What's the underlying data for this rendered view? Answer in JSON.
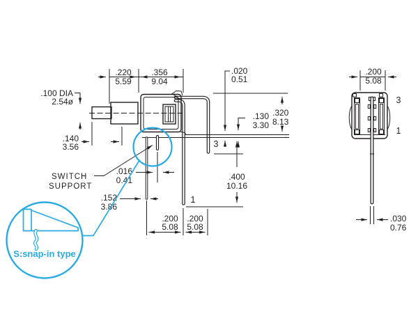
{
  "drawing": {
    "labels": {
      "switch_support_line1": "SWITCH",
      "switch_support_line2": "SUPPORT",
      "snap_in_type": "S:snap-in type",
      "front_pin_3": "3",
      "front_pin_1": "1",
      "side_pin_3": "3",
      "side_pin_1": "1"
    },
    "dims": {
      "dia": {
        "inch": ".100 DIA",
        "mm": "2.54ø"
      },
      "plunger_len": {
        "inch": ".140",
        "mm": "3.56"
      },
      "stub_len": {
        "inch": ".220",
        "mm": "5.59"
      },
      "body_width": {
        "inch": ".356",
        "mm": "9.04"
      },
      "bracket_thickness": {
        "inch": ".020",
        "mm": "0.51"
      },
      "pin_short": {
        "inch": ".130",
        "mm": "3.30"
      },
      "body_height": {
        "inch": ".320",
        "mm": "8.13"
      },
      "support_thickness": {
        "inch": ".016",
        "mm": "0.41"
      },
      "support_offset": {
        "inch": ".152",
        "mm": "3.86"
      },
      "pin_long": {
        "inch": ".400",
        "mm": "10.16"
      },
      "pin_pitch_a": {
        "inch": ".200",
        "mm": "5.08"
      },
      "pin_pitch_b": {
        "inch": ".200",
        "mm": "5.08"
      },
      "side_width": {
        "inch": ".200",
        "mm": "5.08"
      },
      "pin_width": {
        "inch": ".030",
        "mm": "0.76"
      }
    },
    "colors": {
      "ink": "#231f20",
      "accent": "#29abe2",
      "background": "#ffffff"
    }
  }
}
